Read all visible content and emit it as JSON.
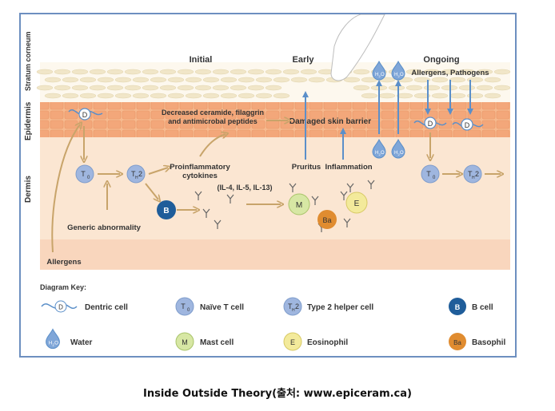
{
  "layers": {
    "stratum": "Stratum corneum",
    "epidermis": "Epidermis",
    "dermis": "Dermis"
  },
  "phases": {
    "initial": "Initial",
    "early": "Early",
    "ongoing": "Ongoing"
  },
  "labels": {
    "decreased_line1": "Decreased ceramide, filaggrin",
    "decreased_line2": "and antimicrobal peptides",
    "damaged_barrier": "Damaged skin barrier",
    "allergens_pathogens": "Allergens, Pathogens",
    "pruritus": "Pruritus",
    "inflammation": "Inflammation",
    "proinflammatory_line1": "Proinflammatory",
    "proinflammatory_line2": "cytokines",
    "interleukins": "(IL-4, IL-5, IL-13)",
    "generic_abnormality": "Generic abnormality",
    "allergens": "Allergens"
  },
  "cell_marks": {
    "dendritic": "D",
    "naive": "T",
    "naive_sub": "0",
    "th2": "T",
    "th2_sub": "H",
    "th2_suffix": "2",
    "b": "B",
    "mast": "M",
    "basophil": "Ba",
    "eosinophil": "E",
    "water": "H",
    "water_sub": "2",
    "water_suffix": "O"
  },
  "key": {
    "title": "Diagram Key:",
    "items": [
      {
        "label": "Dentric cell"
      },
      {
        "label": "Naïve T cell"
      },
      {
        "label": "Type 2 helper cell"
      },
      {
        "label": "B cell"
      },
      {
        "label": "Water"
      },
      {
        "label": "Mast cell"
      },
      {
        "label": "Eosinophil"
      },
      {
        "label": "Basophil"
      }
    ]
  },
  "caption": "Inside  Outside  Theory(출처:  www.epiceram.ca)",
  "colors": {
    "frame": "#6d8fc0",
    "epidermis": "#f6b98e",
    "dermis": "#fbe6d2",
    "arrow_up": "#5b8fc9",
    "arrow_tan": "#c8a46a",
    "naive_cell": "#9fb6df",
    "b_cell": "#1f5d9a",
    "mast_cell": "#d7e7a4",
    "eosinophil": "#f3ea9b",
    "basophil": "#e08c30"
  }
}
